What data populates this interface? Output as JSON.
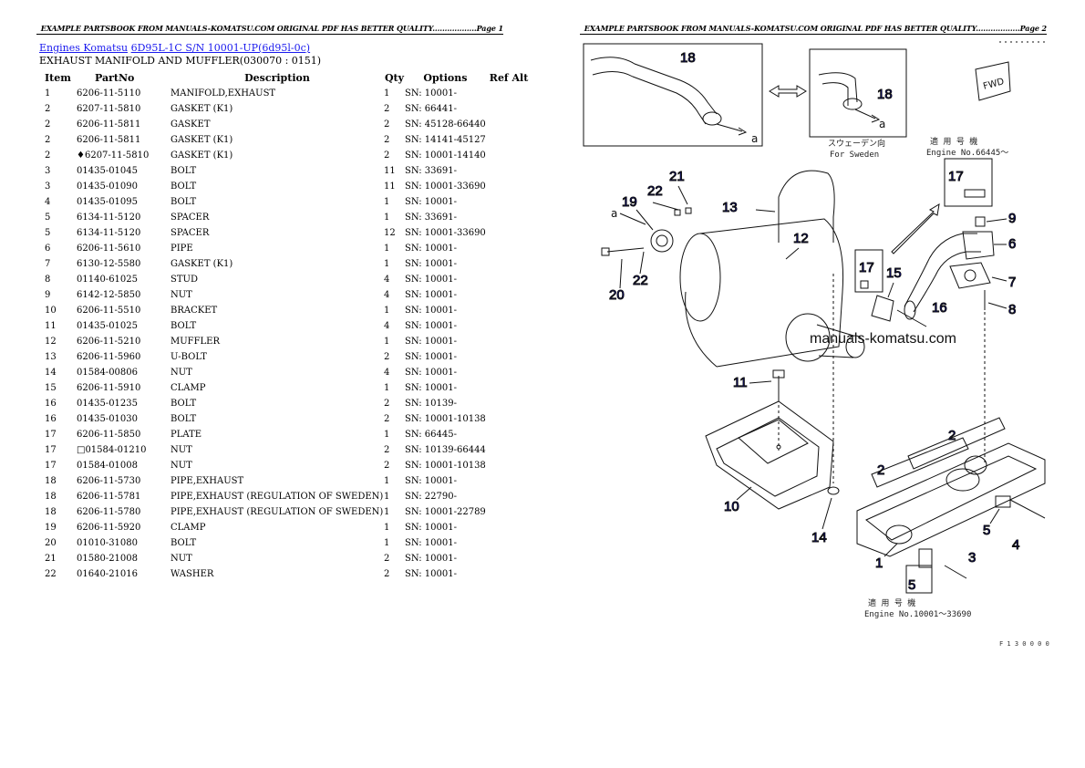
{
  "header": {
    "left": "EXAMPLE PARTSBOOK FROM MANUALS-KOMATSU.COM ORIGINAL PDF HAS BETTER QUALITY..................Page 1",
    "right": "EXAMPLE PARTSBOOK FROM MANUALS-KOMATSU.COM ORIGINAL PDF HAS BETTER QUALITY..................Page 2"
  },
  "breadcrumb": {
    "link1": "Engines Komatsu",
    "link2": "6D95L-1C S/N 10001-UP(6d95l-0c)"
  },
  "subtitle": "EXHAUST MANIFOLD AND MUFFLER(030070 : 0151)",
  "table": {
    "headers": {
      "item": "Item",
      "partno": "PartNo",
      "description": "Description",
      "qty": "Qty",
      "options": "Options",
      "refalt": "Ref Alt"
    },
    "rows": [
      {
        "item": "1",
        "partno": "6206-11-5110",
        "desc": "MANIFOLD,EXHAUST",
        "qty": "1",
        "opt": "SN: 10001-"
      },
      {
        "item": "2",
        "partno": "6207-11-5810",
        "desc": "GASKET (K1)",
        "qty": "2",
        "opt": "SN: 66441-"
      },
      {
        "item": "2",
        "partno": "6206-11-5811",
        "desc": "GASKET",
        "qty": "2",
        "opt": "SN: 45128-66440"
      },
      {
        "item": "2",
        "partno": "6206-11-5811",
        "desc": "GASKET (K1)",
        "qty": "2",
        "opt": "SN: 14141-45127"
      },
      {
        "item": "2",
        "partno": "♦6207-11-5810",
        "desc": "GASKET (K1)",
        "qty": "2",
        "opt": "SN: 10001-14140"
      },
      {
        "item": "3",
        "partno": "01435-01045",
        "desc": "BOLT",
        "qty": "11",
        "opt": "SN: 33691-"
      },
      {
        "item": "3",
        "partno": "01435-01090",
        "desc": "BOLT",
        "qty": "11",
        "opt": "SN: 10001-33690"
      },
      {
        "item": "4",
        "partno": "01435-01095",
        "desc": "BOLT",
        "qty": "1",
        "opt": "SN: 10001-"
      },
      {
        "item": "5",
        "partno": "6134-11-5120",
        "desc": "SPACER",
        "qty": "1",
        "opt": "SN: 33691-"
      },
      {
        "item": "5",
        "partno": "6134-11-5120",
        "desc": "SPACER",
        "qty": "12",
        "opt": "SN: 10001-33690"
      },
      {
        "item": "6",
        "partno": "6206-11-5610",
        "desc": "PIPE",
        "qty": "1",
        "opt": "SN: 10001-"
      },
      {
        "item": "7",
        "partno": "6130-12-5580",
        "desc": "GASKET (K1)",
        "qty": "1",
        "opt": "SN: 10001-"
      },
      {
        "item": "8",
        "partno": "01140-61025",
        "desc": "STUD",
        "qty": "4",
        "opt": "SN: 10001-"
      },
      {
        "item": "9",
        "partno": "6142-12-5850",
        "desc": "NUT",
        "qty": "4",
        "opt": "SN: 10001-"
      },
      {
        "item": "10",
        "partno": "6206-11-5510",
        "desc": "BRACKET",
        "qty": "1",
        "opt": "SN: 10001-"
      },
      {
        "item": "11",
        "partno": "01435-01025",
        "desc": "BOLT",
        "qty": "4",
        "opt": "SN: 10001-"
      },
      {
        "item": "12",
        "partno": "6206-11-5210",
        "desc": "MUFFLER",
        "qty": "1",
        "opt": "SN: 10001-"
      },
      {
        "item": "13",
        "partno": "6206-11-5960",
        "desc": "U-BOLT",
        "qty": "2",
        "opt": "SN: 10001-"
      },
      {
        "item": "14",
        "partno": "01584-00806",
        "desc": "NUT",
        "qty": "4",
        "opt": "SN: 10001-"
      },
      {
        "item": "15",
        "partno": "6206-11-5910",
        "desc": "CLAMP",
        "qty": "1",
        "opt": "SN: 10001-"
      },
      {
        "item": "16",
        "partno": "01435-01235",
        "desc": "BOLT",
        "qty": "2",
        "opt": "SN: 10139-"
      },
      {
        "item": "16",
        "partno": "01435-01030",
        "desc": "BOLT",
        "qty": "2",
        "opt": "SN: 10001-10138"
      },
      {
        "item": "17",
        "partno": "6206-11-5850",
        "desc": "PLATE",
        "qty": "1",
        "opt": "SN: 66445-"
      },
      {
        "item": "17",
        "partno": "□01584-01210",
        "desc": "NUT",
        "qty": "2",
        "opt": "SN: 10139-66444"
      },
      {
        "item": "17",
        "partno": "01584-01008",
        "desc": "NUT",
        "qty": "2",
        "opt": "SN: 10001-10138"
      },
      {
        "item": "18",
        "partno": "6206-11-5730",
        "desc": "PIPE,EXHAUST",
        "qty": "1",
        "opt": "SN: 10001-"
      },
      {
        "item": "18",
        "partno": "6206-11-5781",
        "desc": "PIPE,EXHAUST (REGULATION OF SWEDEN)",
        "qty": "1",
        "opt": "SN: 22790-"
      },
      {
        "item": "18",
        "partno": "6206-11-5780",
        "desc": "PIPE,EXHAUST (REGULATION OF SWEDEN)",
        "qty": "1",
        "opt": "SN: 10001-22789"
      },
      {
        "item": "19",
        "partno": "6206-11-5920",
        "desc": "CLAMP",
        "qty": "1",
        "opt": "SN: 10001-"
      },
      {
        "item": "20",
        "partno": "01010-31080",
        "desc": "BOLT",
        "qty": "1",
        "opt": "SN: 10001-"
      },
      {
        "item": "21",
        "partno": "01580-21008",
        "desc": "NUT",
        "qty": "2",
        "opt": "SN: 10001-"
      },
      {
        "item": "22",
        "partno": "01640-21016",
        "desc": "WASHER",
        "qty": "2",
        "opt": "SN: 10001-"
      }
    ]
  },
  "diagram": {
    "watermark": "manuals-komatsu.com",
    "label_a": "a",
    "fwd": "FWD",
    "sweden_jp": "スウェーデン向",
    "sweden_en": "For Sweden",
    "applic_jp_top": "適 用 号 機",
    "applic_en_top": "Engine No.66445〜",
    "applic_jp_bottom": "適 用 号 機",
    "applic_en_bottom": "Engine No.10001〜33690",
    "figure_code": "F 1 3 0 0 0 0",
    "part_labels": [
      "1",
      "2",
      "2",
      "3",
      "4",
      "5",
      "5",
      "6",
      "7",
      "8",
      "9",
      "10",
      "11",
      "12",
      "13",
      "14",
      "15",
      "16",
      "17",
      "17",
      "18",
      "18",
      "19",
      "20",
      "21",
      "22",
      "22"
    ]
  }
}
